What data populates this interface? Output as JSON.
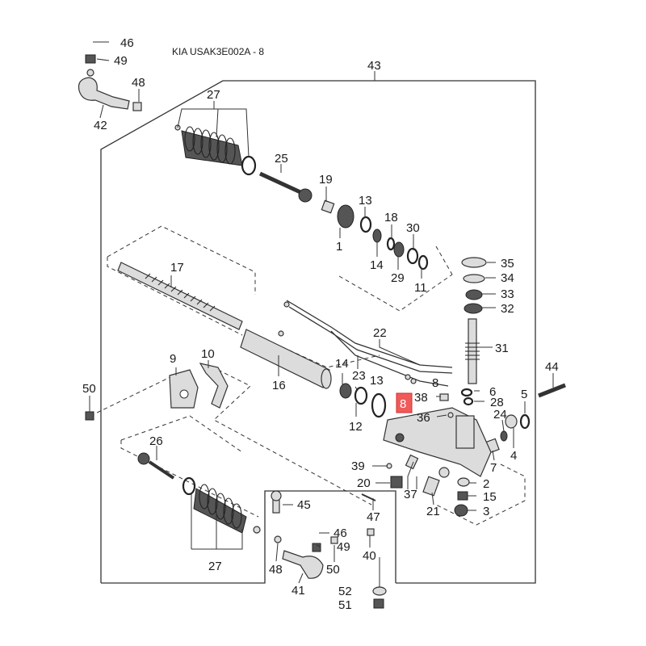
{
  "diagram": {
    "title": "KIA USAK3E002A - 8",
    "highlighted_part": "8",
    "highlight_color": "#f05a5a",
    "callouts": {
      "p46a": "46",
      "p49a": "49",
      "p48a": "48",
      "p42": "42",
      "p43": "43",
      "p27a": "27",
      "p25": "25",
      "p19": "19",
      "p13a": "13",
      "p18": "18",
      "p30": "30",
      "p1": "1",
      "p14a": "14",
      "p29": "29",
      "p11": "11",
      "p17": "17",
      "p35": "35",
      "p34": "34",
      "p33": "33",
      "p32": "32",
      "p22": "22",
      "p31": "31",
      "p10": "10",
      "p9": "9",
      "p14b": "14",
      "p23": "23",
      "p13b": "13",
      "p8a": "8",
      "p44": "44",
      "p50a": "50",
      "p16": "16",
      "p12": "12",
      "p38": "38",
      "p6": "6",
      "p5": "5",
      "p28": "28",
      "p8hl": "8",
      "p36": "36",
      "p24": "24",
      "p26": "26",
      "p7": "7",
      "p4": "4",
      "p39": "39",
      "p20": "20",
      "p37": "37",
      "p2": "2",
      "p15": "15",
      "p21": "21",
      "p3": "3",
      "p45": "45",
      "p47": "47",
      "p46b": "46",
      "p49b": "49",
      "p40": "40",
      "p27b": "27",
      "p48b": "48",
      "p50b": "50",
      "p41": "41",
      "p52": "52",
      "p51": "51"
    }
  }
}
